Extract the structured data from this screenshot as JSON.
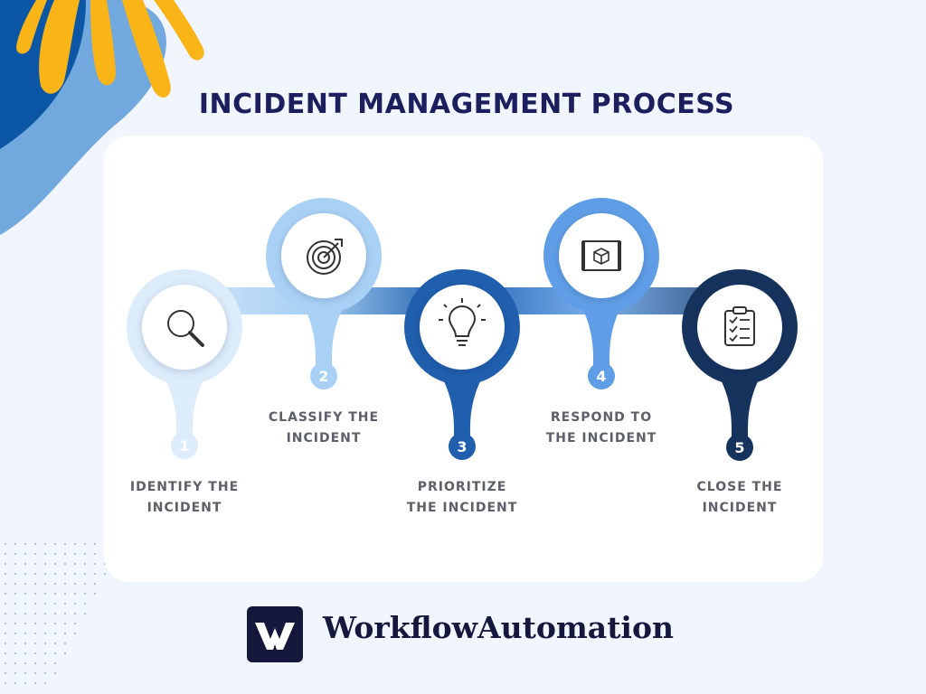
{
  "title": "INCIDENT MANAGEMENT PROCESS",
  "steps": [
    {
      "number": "1",
      "line1": "IDENTIFY THE",
      "line2": "INCIDENT",
      "icon": "search-icon",
      "color": "#dcecfb"
    },
    {
      "number": "2",
      "line1": "CLASSIFY THE",
      "line2": "INCIDENT",
      "icon": "target-icon",
      "color": "#a9d1f5"
    },
    {
      "number": "3",
      "line1": "PRIORITIZE",
      "line2": "THE INCIDENT",
      "icon": "lightbulb-icon",
      "color": "#1f5fad"
    },
    {
      "number": "4",
      "line1": "RESPOND TO",
      "line2": "THE INCIDENT",
      "icon": "blueprint-icon",
      "color": "#5f9ee6"
    },
    {
      "number": "5",
      "line1": "CLOSE THE",
      "line2": "INCIDENT",
      "icon": "clipboard-checklist-icon",
      "color": "#16335e"
    }
  ],
  "brand": {
    "name": "WorkflowAutomation",
    "logo": "workflow-automation-logo",
    "color": "#15173d"
  },
  "colors": {
    "background": "#f1f5fd",
    "title": "#1b1f5e",
    "accent_yellow": "#f9b417",
    "accent_blue": "#0c57a5"
  }
}
